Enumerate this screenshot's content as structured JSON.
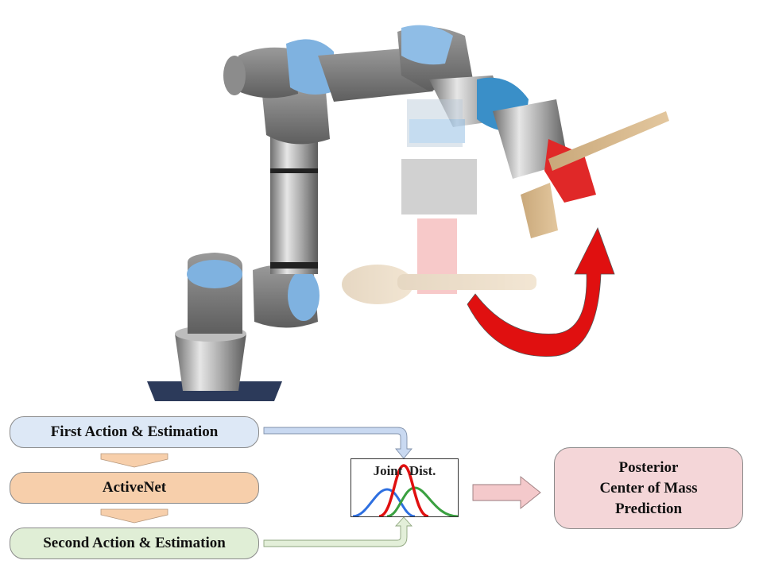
{
  "flow": {
    "first_action": "First Action & Estimation",
    "activenet": "ActiveNet",
    "second_action": "Second Action & Estimation"
  },
  "joint_dist": {
    "label": "Joint  Dist."
  },
  "posterior": {
    "line1": "Posterior",
    "line2": "Center of Mass",
    "line3": "Prediction"
  },
  "colors": {
    "first_action_fill": "#dde8f6",
    "activenet_fill": "#f7cfab",
    "second_action_fill": "#e0eed6",
    "posterior_fill": "#f4d6d8",
    "down_arrow_fill": "#f7cfab",
    "result_arrow_fill": "#f4c9cb",
    "curve_blue": "#2e6fe0",
    "curve_red": "#e01010",
    "curve_green": "#3aa040",
    "rotation_arrow": "#e01010",
    "robot_accent": "#7fb2e0"
  },
  "icons": [
    "robot-arm-illustration",
    "rotation-arrow-icon",
    "hammer-icon"
  ]
}
